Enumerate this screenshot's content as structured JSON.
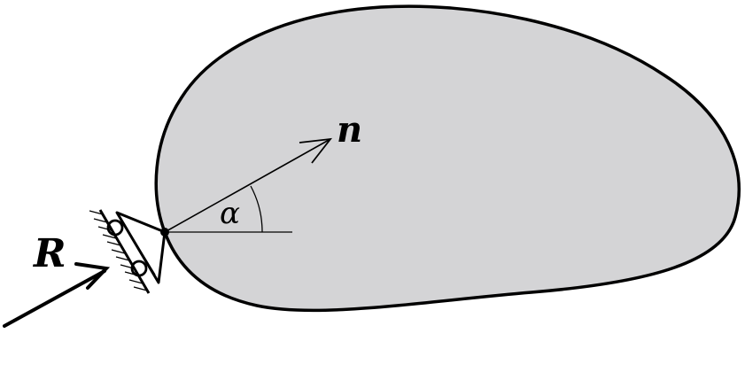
{
  "labels": {
    "normal_vector": "n",
    "reaction_force": "R",
    "angle": "α"
  },
  "colors": {
    "body_fill": "#d4d4d6",
    "stroke": "#000000",
    "background": "#ffffff"
  },
  "icons": {
    "support": "roller-support-icon",
    "ground": "hatched-ground-icon"
  }
}
